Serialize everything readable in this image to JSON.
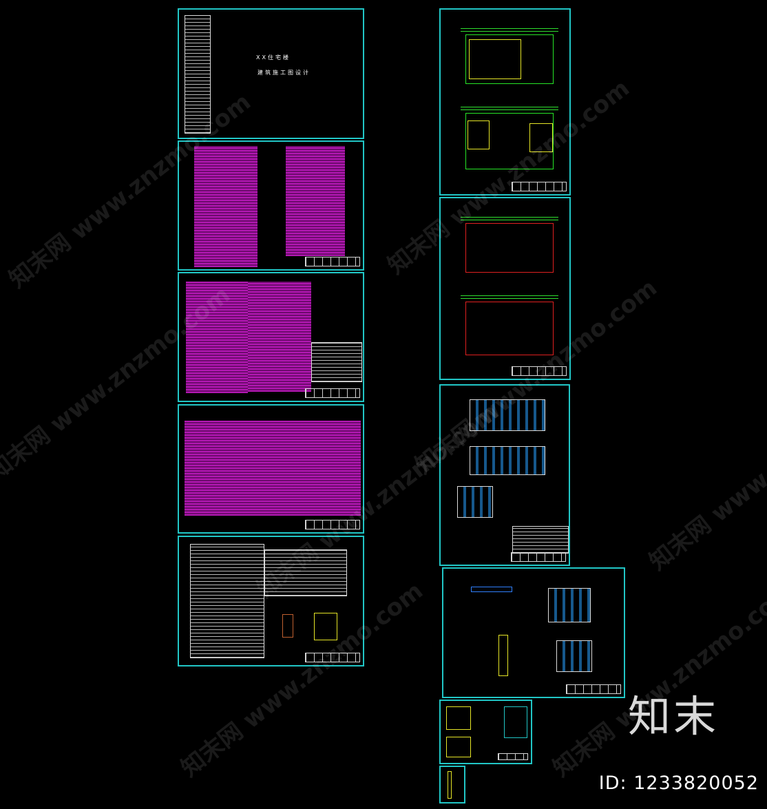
{
  "cover": {
    "title_line1": "XX住宅楼",
    "title_line2": "建筑施工图设计"
  },
  "watermark": {
    "text": "知末网 www.znzmo.com"
  },
  "brand": {
    "logo_text": "知末",
    "id_text": "ID: 1233820052"
  },
  "colors": {
    "frame": "#21c6c6",
    "text_block": "#b414b4",
    "plan_line": "#27e627",
    "background": "#000000"
  }
}
